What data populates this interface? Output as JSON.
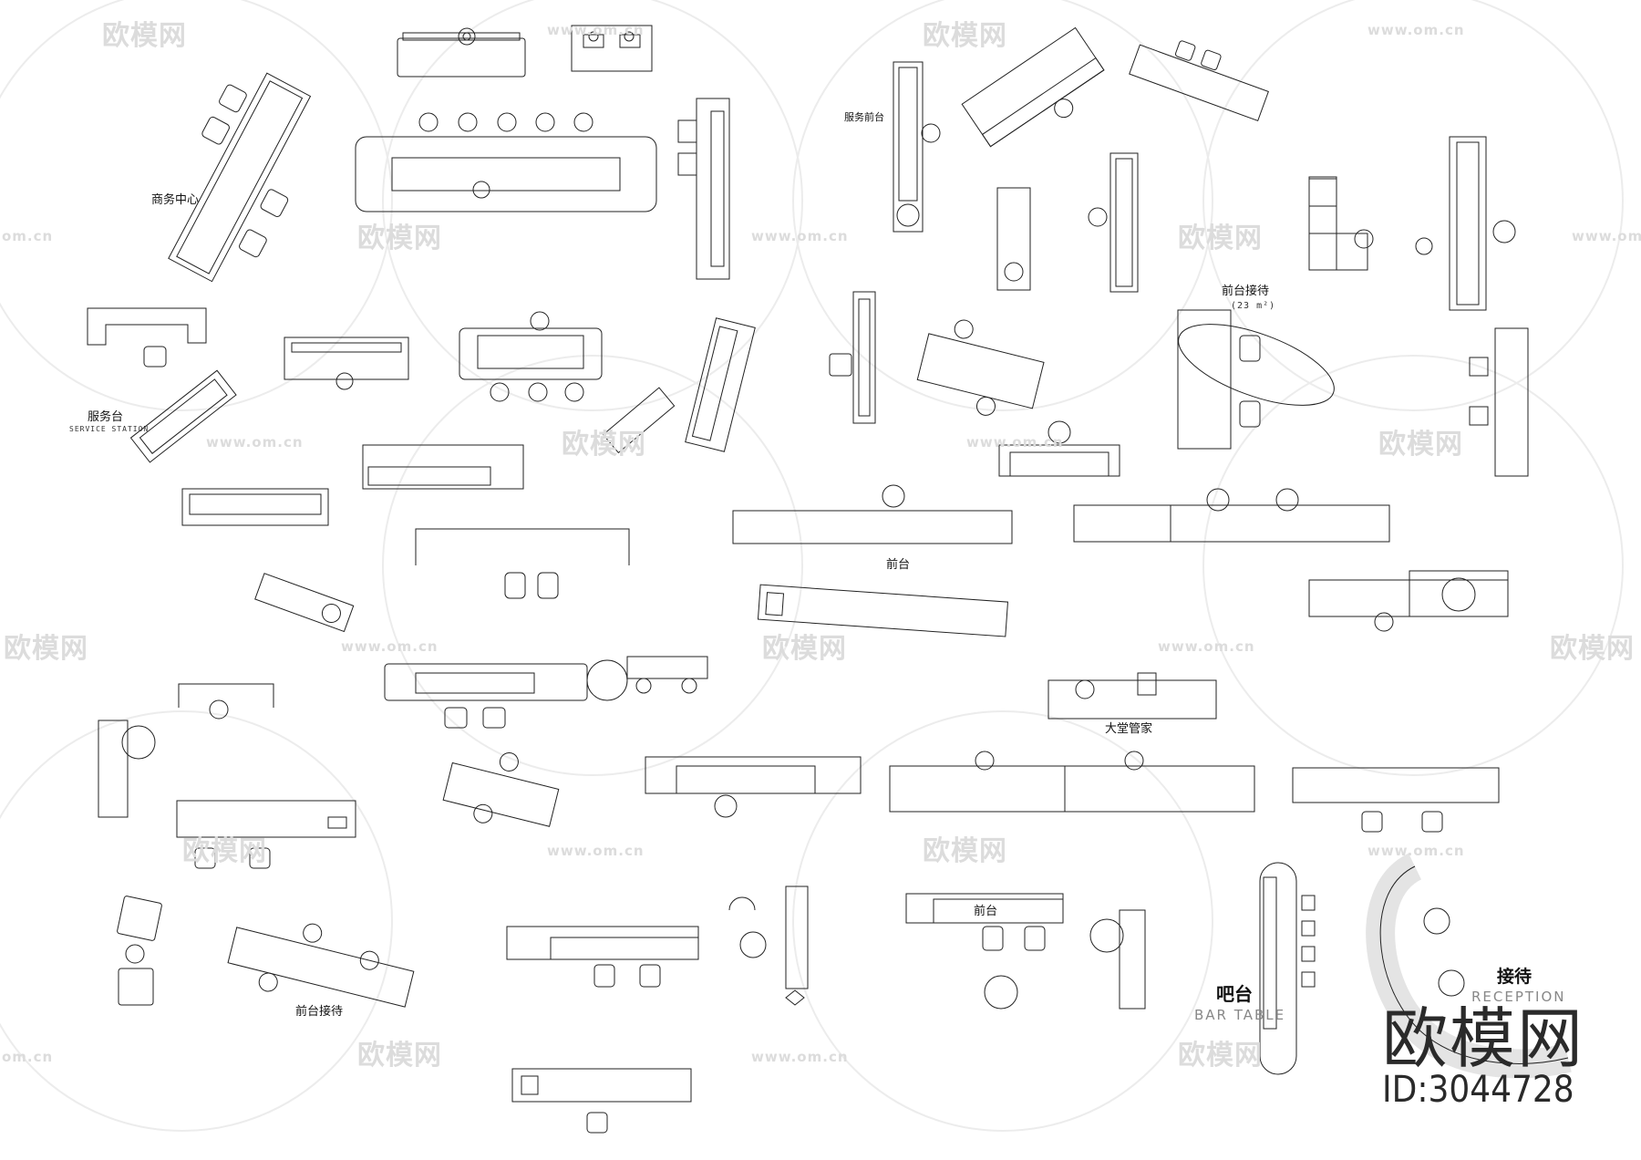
{
  "labels": {
    "business_center": "商务中心",
    "service_desk": "服务台",
    "service_station": "SERVICE STATION",
    "service_front_desk": "服务前台",
    "front_reception_area": "前台接待",
    "area_note": "(23 m²)",
    "front_desk_1": "前台",
    "front_desk_2": "前台",
    "lobby_manager": "大堂管家",
    "front_reception_2": "前台接待",
    "bar": "吧台",
    "bar_table": "BAR TABLE",
    "reception": "接待",
    "reception_en": "RECEPTION"
  },
  "watermark": {
    "brand": "欧模网",
    "url": "www.om.cn",
    "url_partial": "om.cn"
  },
  "footer": {
    "brand": "欧模网",
    "id": "ID:3044728"
  }
}
